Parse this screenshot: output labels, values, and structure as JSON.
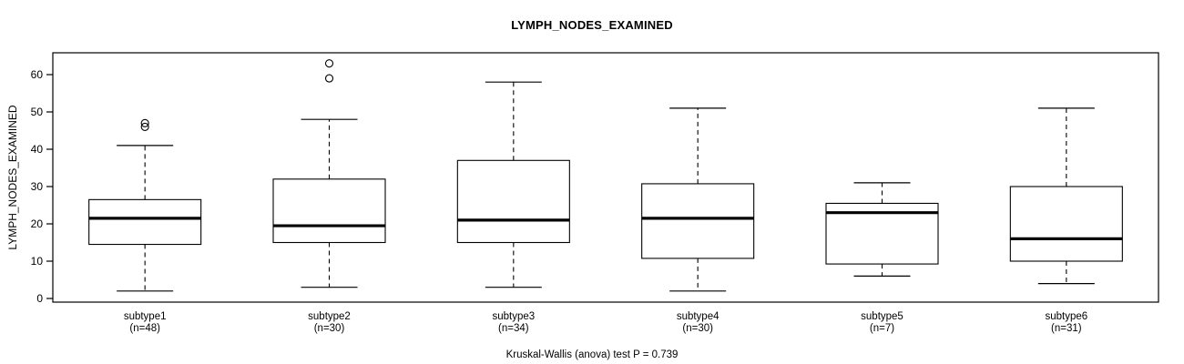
{
  "title": "LYMPH_NODES_EXAMINED",
  "caption": "Kruskal-Wallis (anova) test P = 0.739",
  "axes": {
    "ylabel": "LYMPH_NODES_EXAMINED",
    "xlabel": "",
    "yticks": [
      0,
      10,
      20,
      30,
      40,
      50,
      60
    ],
    "ylim": [
      -1.5,
      66
    ],
    "grid": false,
    "frame": true
  },
  "chart_data": {
    "type": "box",
    "title": "LYMPH_NODES_EXAMINED",
    "xlabel": "",
    "ylabel": "LYMPH_NODES_EXAMINED",
    "ylim": [
      -1.5,
      66
    ],
    "yticks": [
      0,
      10,
      20,
      30,
      40,
      50,
      60
    ],
    "grid": false,
    "legend": null,
    "annotation": "Kruskal-Wallis (anova) test P = 0.739",
    "categories": [
      "subtype1",
      "subtype2",
      "subtype3",
      "subtype4",
      "subtype5",
      "subtype6"
    ],
    "counts": [
      48,
      30,
      34,
      30,
      7,
      31
    ],
    "tick_labels": [
      {
        "name": "subtype1",
        "n": "(n=48)"
      },
      {
        "name": "subtype2",
        "n": "(n=30)"
      },
      {
        "name": "subtype3",
        "n": "(n=34)"
      },
      {
        "name": "subtype4",
        "n": "(n=30)"
      },
      {
        "name": "subtype5",
        "n": "(n=7)"
      },
      {
        "name": "subtype6",
        "n": "(n=31)"
      }
    ],
    "boxes": [
      {
        "category": "subtype1",
        "whisker_low": 2,
        "q1": 14.5,
        "median": 21.5,
        "q3": 26.5,
        "whisker_high": 41,
        "outliers": [
          46,
          47
        ]
      },
      {
        "category": "subtype2",
        "whisker_low": 3,
        "q1": 15,
        "median": 19.5,
        "q3": 32,
        "whisker_high": 48,
        "outliers": [
          59,
          63
        ]
      },
      {
        "category": "subtype3",
        "whisker_low": 3,
        "q1": 15,
        "median": 21,
        "q3": 37,
        "whisker_high": 58,
        "outliers": []
      },
      {
        "category": "subtype4",
        "whisker_low": 2,
        "q1": 10.75,
        "median": 21.5,
        "q3": 30.75,
        "whisker_high": 51,
        "outliers": []
      },
      {
        "category": "subtype5",
        "whisker_low": 6,
        "q1": 9.25,
        "median": 23,
        "q3": 25.5,
        "whisker_high": 31,
        "outliers": []
      },
      {
        "category": "subtype6",
        "whisker_low": 4,
        "q1": 10,
        "median": 16,
        "q3": 30,
        "whisker_high": 51,
        "outliers": []
      }
    ]
  },
  "style": {
    "box_stroke": "#000000",
    "median_stroke": "#000000",
    "whisker_stroke": "#000000",
    "frame_stroke": "#000000",
    "background": "#ffffff"
  }
}
